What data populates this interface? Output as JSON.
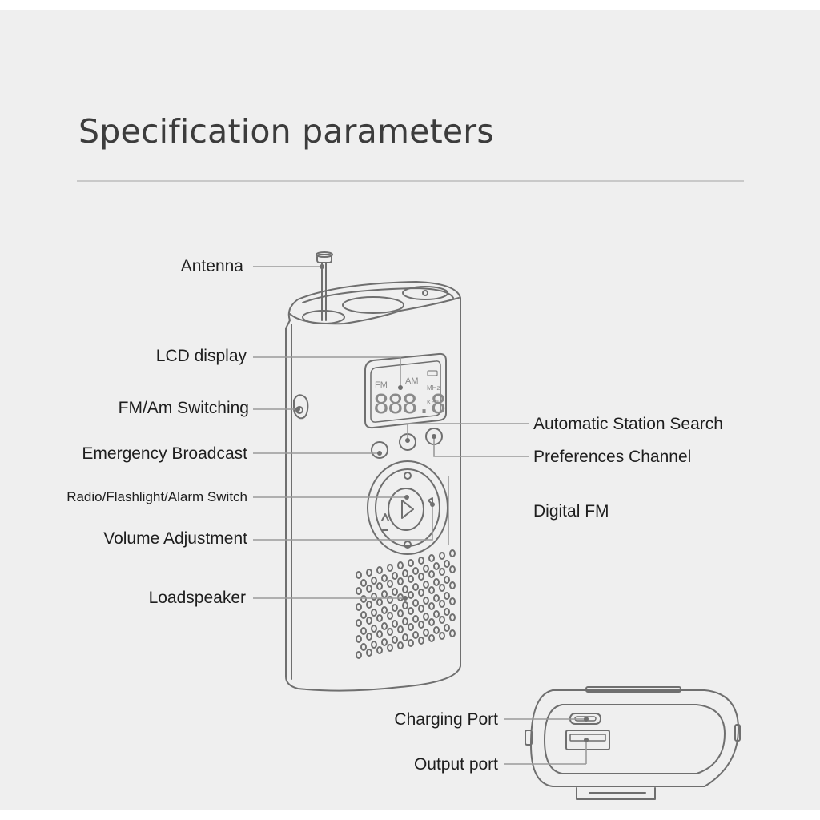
{
  "header": {
    "title": "Specification parameters"
  },
  "labels": {
    "antenna": "Antenna",
    "lcd_display": "LCD display",
    "fm_am_switching": "FM/Am Switching",
    "emergency_broadcast": "Emergency Broadcast",
    "mode_switch": "Radio/Flashlight/Alarm Switch",
    "volume_adjustment": "Volume Adjustment",
    "loudspeaker": "Loadspeaker",
    "auto_station_search": "Automatic Station Search",
    "preferences_channel": "Preferences Channel",
    "digital_fm": "Digital FM",
    "charging_port": "Charging Port",
    "output_port": "Output port"
  },
  "lcd": {
    "band_fm": "FM",
    "band_am": "AM",
    "digits": "888.8",
    "unit_top": "MHz",
    "unit_bottom": "KHz"
  },
  "colors": {
    "background": "#efefef",
    "outline": "#6f6f6f",
    "leader_line": "#9a9a9a",
    "text": "#1e1e1e"
  }
}
